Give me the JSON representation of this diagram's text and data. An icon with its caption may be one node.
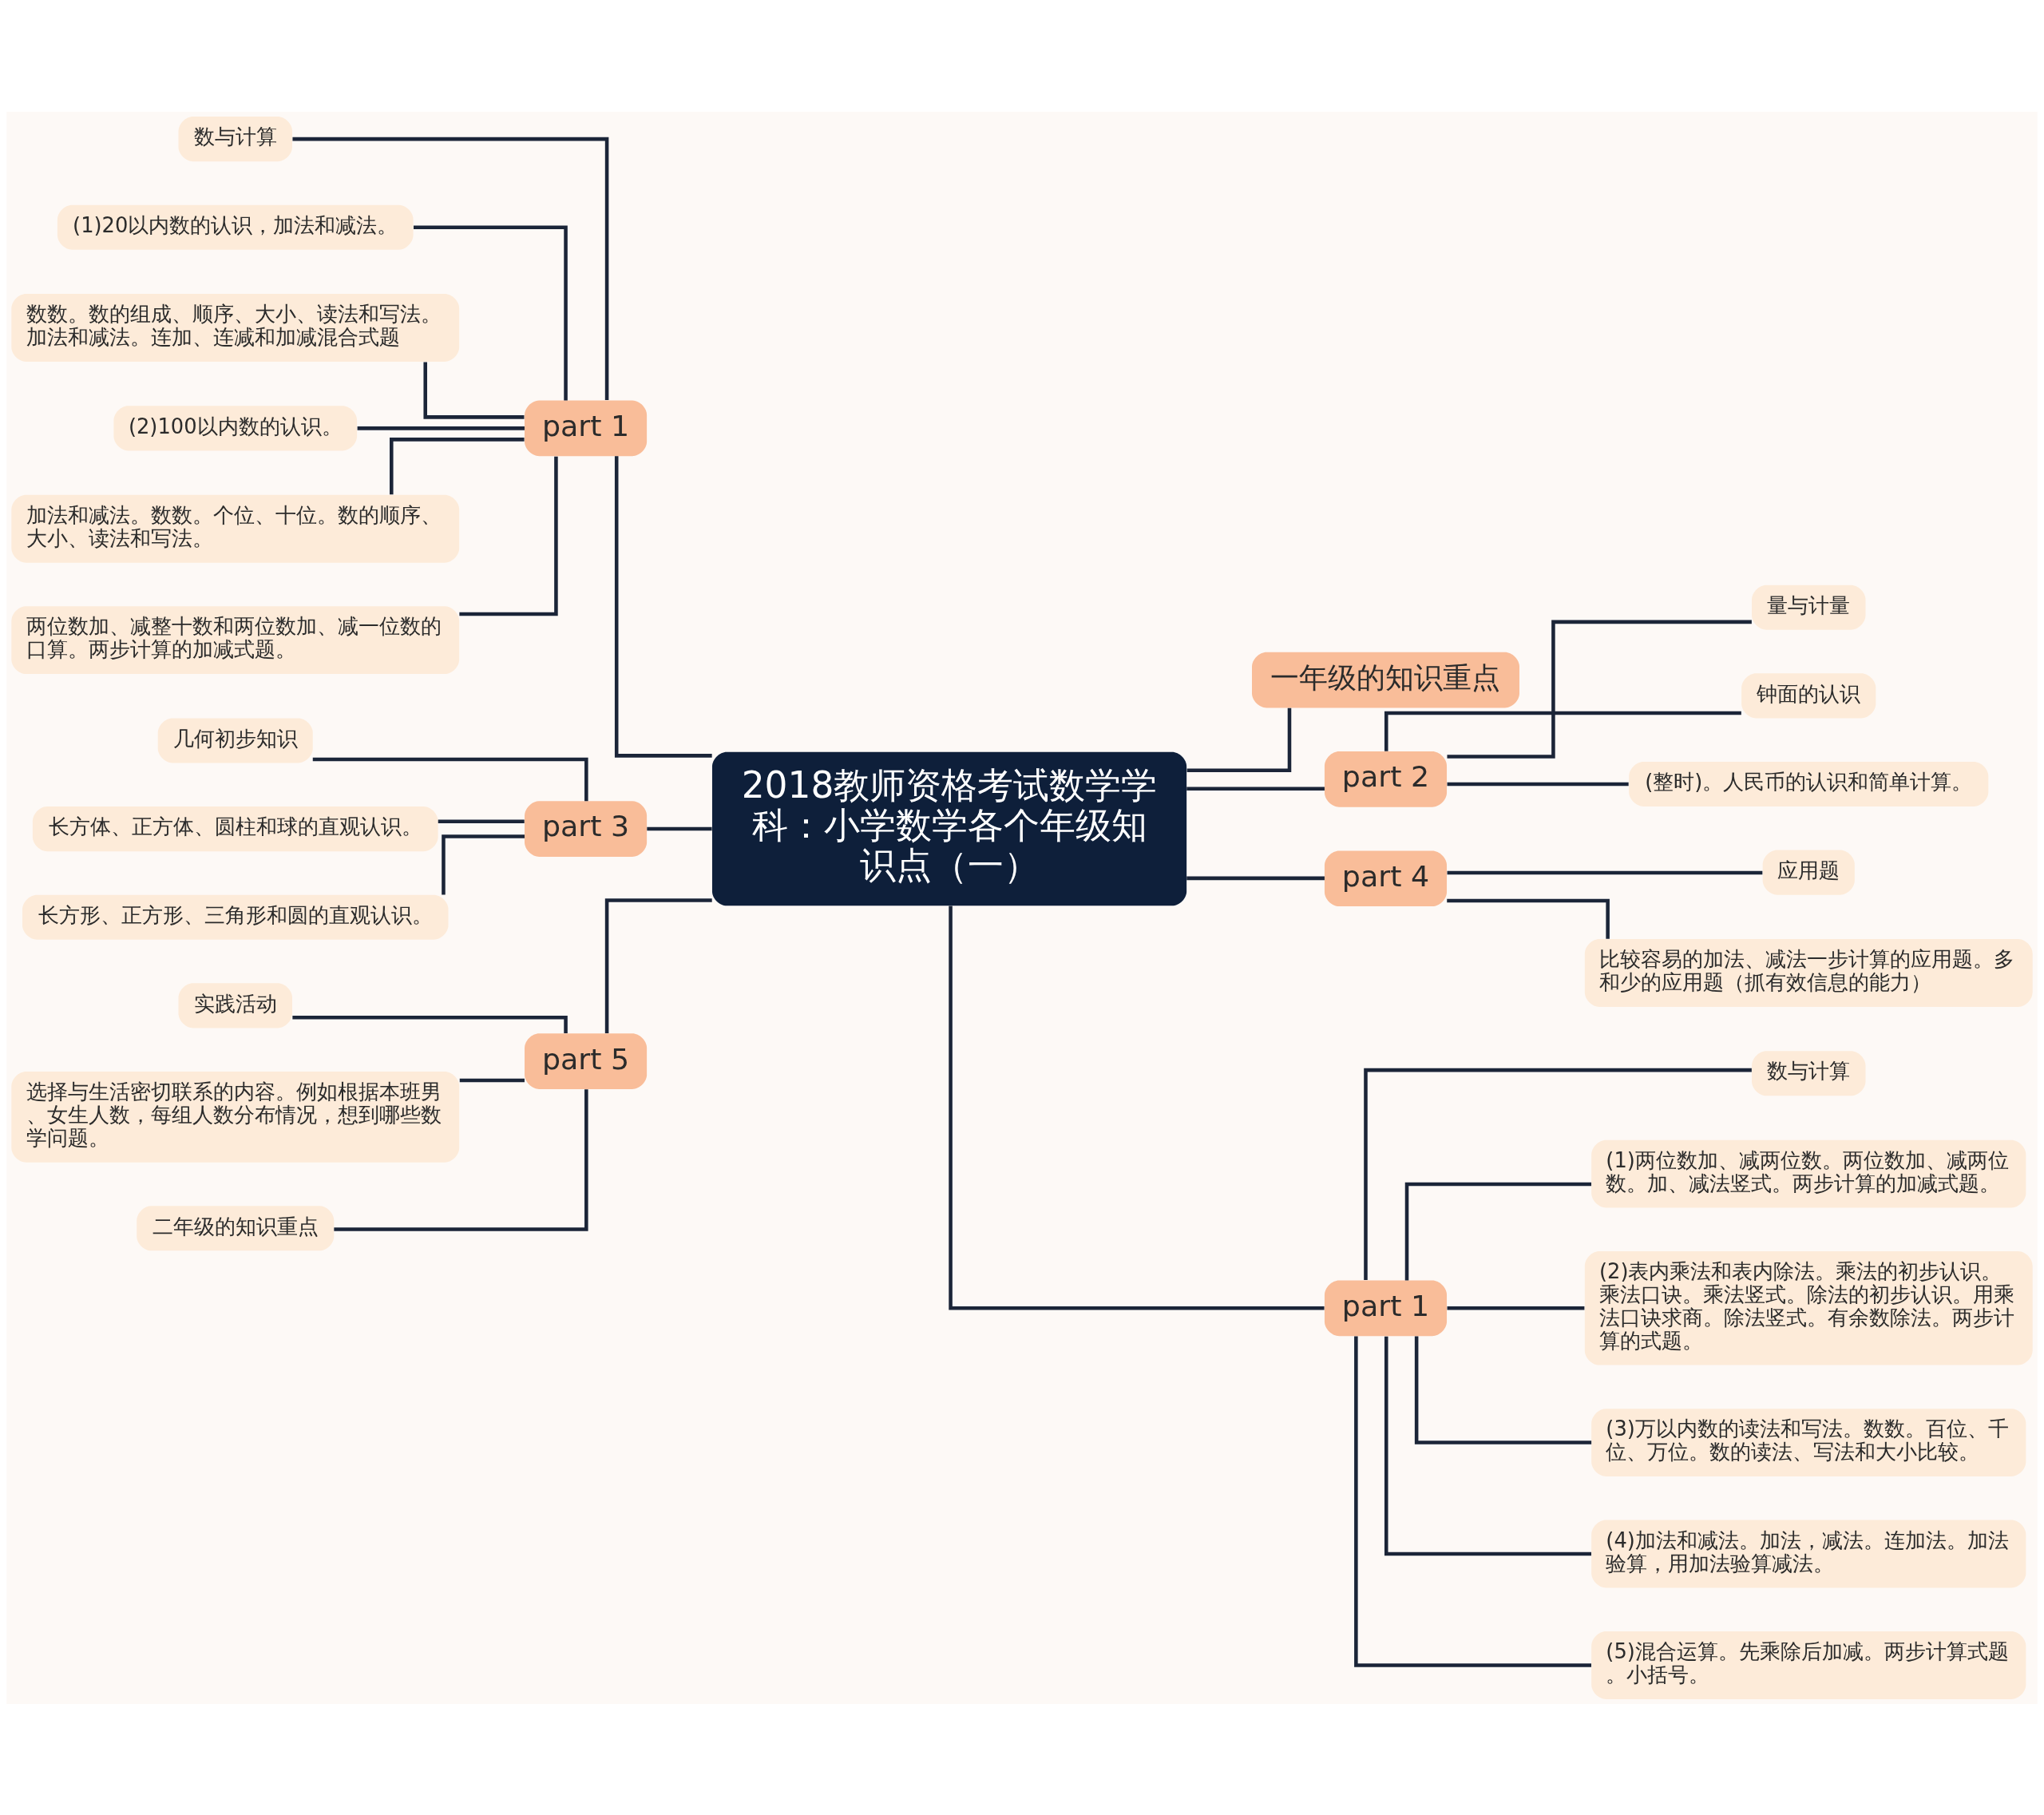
{
  "diagram": {
    "nodes": [
      {
        "text": [
          "2018教师资格考试数学学科：小学数学各个年级知识点（一）"
        ]
      },
      {
        "text": [
          "一年级的知识重点"
        ]
      },
      {
        "text": [
          "part 2"
        ]
      },
      {
        "text": [
          "量与计量"
        ]
      },
      {
        "text": [
          "钟面的认识"
        ]
      },
      {
        "text": [
          "(整时)。人民币的认识和简单计算。"
        ]
      },
      {
        "text": [
          "part 4"
        ]
      },
      {
        "text": [
          "应用题"
        ]
      },
      {
        "text": [
          "比较容易的加法、减法一步计算的应用题。多和少的应用题（抓有效信息的能力）"
        ]
      },
      {
        "text": [
          "part 1"
        ]
      },
      {
        "text": [
          "数与计算"
        ]
      },
      {
        "text": [
          "(1)两位数加、减两位数。两位数加、减两位数。加、减法竖式。两步计算的加减式题。"
        ]
      },
      {
        "text": [
          "(2)表内乘法和表内除法。乘法的初步认识。乘法口诀。乘法竖式。除法的初步认识。用乘法口诀求商。除法竖式。有余数除法。两步计算的式题。"
        ]
      },
      {
        "text": [
          "(3)万以内数的读法和写法。数数。百位、千位、万位。数的读法、写法和大小比较。"
        ]
      },
      {
        "text": [
          "(4)加法和减法。加法，减法。连加法。加法验算，用加法验算减法。"
        ]
      },
      {
        "text": [
          "(5)混合运算。先乘除后加减。两步计算式题。小括号。"
        ]
      },
      {
        "text": [
          "part 1"
        ]
      },
      {
        "text": [
          "数与计算"
        ]
      },
      {
        "text": [
          "(1)20以内数的认识，加法和减法。"
        ]
      },
      {
        "text": [
          "数数。数的组成、顺序、大小、读法和写法。加法和减法。连加、连减和加减混合式题"
        ]
      },
      {
        "text": [
          "(2)100以内数的认识。"
        ]
      },
      {
        "text": [
          "加法和减法。数数。个位、十位。数的顺序、大小、读法和写法。"
        ]
      },
      {
        "text": [
          "两位数加、减整十数和两位数加、减一位数的口算。两步计算的加减式题。"
        ]
      },
      {
        "text": [
          "part 3"
        ]
      },
      {
        "text": [
          "几何初步知识"
        ]
      },
      {
        "text": [
          "长方体、正方体、圆柱和球的直观认识。"
        ]
      },
      {
        "text": [
          "长方形、正方形、三角形和圆的直观认识。"
        ]
      },
      {
        "text": [
          "part 5"
        ]
      },
      {
        "text": [
          "实践活动"
        ]
      },
      {
        "text": [
          "选择与生活密切联系的内容。例如根据本班男、女生人数，每组人数分布情况，想到哪些数学问题。"
        ]
      },
      {
        "text": [
          "二年级的知识重点"
        ]
      }
    ],
    "edges": [
      {
        "from": 0,
        "to": 1,
        "arrow": "none"
      },
      {
        "from": 0,
        "to": 2,
        "arrow": "none"
      },
      {
        "from": 2,
        "to": 3,
        "arrow": "none"
      },
      {
        "from": 2,
        "to": 4,
        "arrow": "none"
      },
      {
        "from": 2,
        "to": 5,
        "arrow": "none"
      },
      {
        "from": 0,
        "to": 6,
        "arrow": "none"
      },
      {
        "from": 6,
        "to": 7,
        "arrow": "none"
      },
      {
        "from": 6,
        "to": 8,
        "arrow": "none"
      },
      {
        "from": 0,
        "to": 9,
        "arrow": "none"
      },
      {
        "from": 9,
        "to": 10,
        "arrow": "none"
      },
      {
        "from": 9,
        "to": 11,
        "arrow": "none"
      },
      {
        "from": 9,
        "to": 12,
        "arrow": "none"
      },
      {
        "from": 9,
        "to": 13,
        "arrow": "none"
      },
      {
        "from": 9,
        "to": 14,
        "arrow": "none"
      },
      {
        "from": 9,
        "to": 15,
        "arrow": "none"
      },
      {
        "from": 16,
        "to": 0,
        "arrow": "none"
      },
      {
        "from": 17,
        "to": 16,
        "arrow": "none"
      },
      {
        "from": 18,
        "to": 16,
        "arrow": "none"
      },
      {
        "from": 19,
        "to": 16,
        "arrow": "none"
      },
      {
        "from": 20,
        "to": 16,
        "arrow": "none"
      },
      {
        "from": 21,
        "to": 16,
        "arrow": "none"
      },
      {
        "from": 22,
        "to": 16,
        "arrow": "none"
      },
      {
        "from": 23,
        "to": 0,
        "arrow": "none"
      },
      {
        "from": 24,
        "to": 23,
        "arrow": "none"
      },
      {
        "from": 25,
        "to": 23,
        "arrow": "none"
      },
      {
        "from": 26,
        "to": 23,
        "arrow": "none"
      },
      {
        "from": 27,
        "to": 0,
        "arrow": "none"
      },
      {
        "from": 28,
        "to": 27,
        "arrow": "none"
      },
      {
        "from": 29,
        "to": 27,
        "arrow": "none"
      },
      {
        "from": 30,
        "to": 27,
        "arrow": "none"
      }
    ]
  }
}
